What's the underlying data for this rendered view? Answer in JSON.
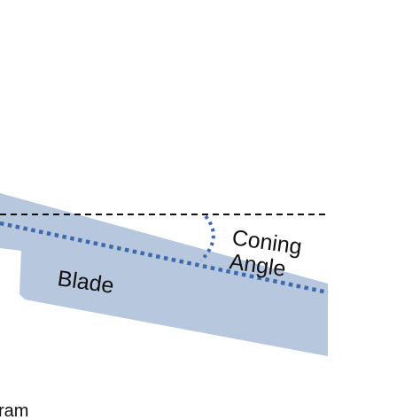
{
  "diagram": {
    "labels": {
      "coning_line1": "Coning",
      "coning_line2": "Angle",
      "blade": "Blade",
      "caption_fragment": "ram"
    },
    "colors": {
      "blade_fill": "#b6c7de",
      "dotted_axis": "#3d6aac",
      "reference_line": "#111111",
      "text": "#111111",
      "background": "#ffffff"
    }
  }
}
